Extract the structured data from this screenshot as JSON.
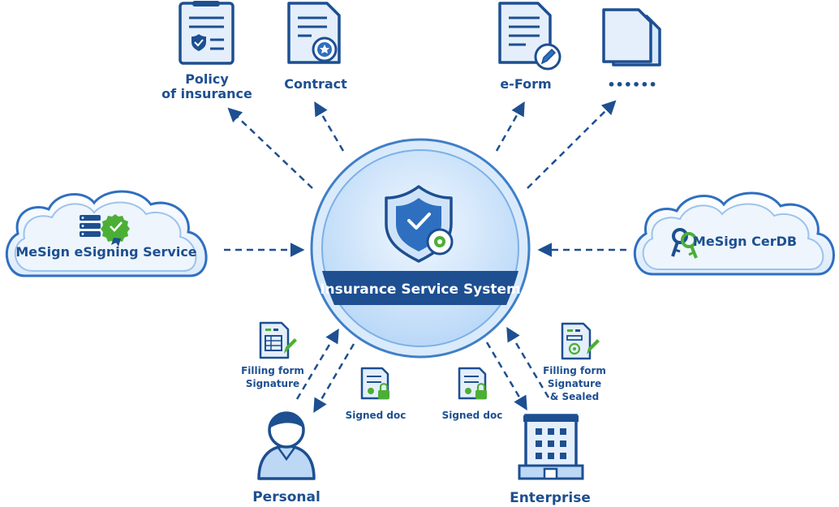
{
  "center": {
    "title": "Insurance Service System"
  },
  "documents": [
    {
      "line1": "Policy",
      "line2": "of insurance"
    },
    {
      "label": "Contract"
    },
    {
      "label": "e-Form"
    },
    {
      "label": "••••••"
    }
  ],
  "clouds": {
    "left": {
      "label": "MeSign eSigning Service"
    },
    "right": {
      "label": "MeSign CerDB"
    }
  },
  "flows": {
    "personal_up": {
      "line1": "Filling form",
      "line2": "Signature"
    },
    "personal_down": {
      "label": "Signed doc"
    },
    "enterprise_down": {
      "label": "Signed doc"
    },
    "enterprise_up": {
      "line1": "Filling form",
      "line2": "Signature",
      "line3": "& Sealed"
    }
  },
  "actors": {
    "personal": {
      "label": "Personal"
    },
    "enterprise": {
      "label": "Enterprise"
    }
  },
  "colors": {
    "primary": "#1d4f91",
    "accent": "#3f8bd8",
    "light": "#d6e8fb",
    "green": "#4caf35"
  }
}
